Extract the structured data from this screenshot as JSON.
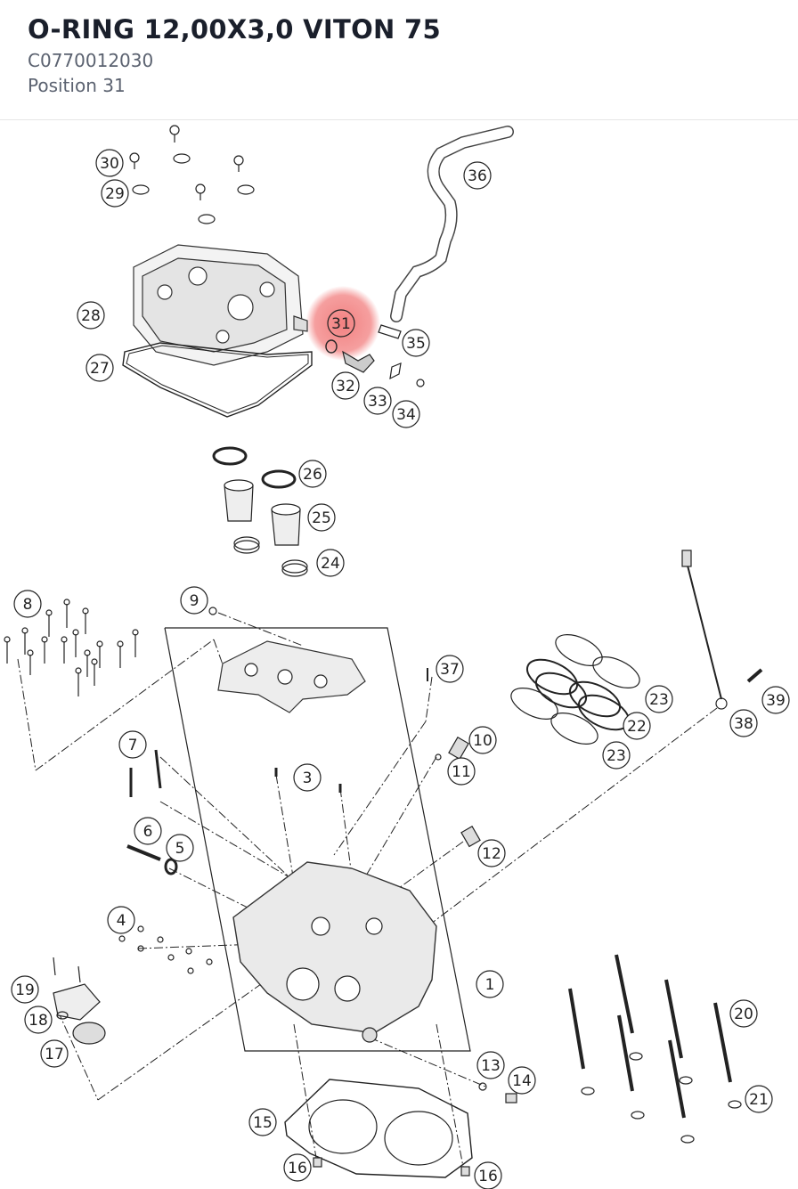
{
  "header": {
    "title": "O-RING 12,00X3,0 VITON 75",
    "part_number": "C0770012030",
    "position": "Position 31"
  },
  "highlight": {
    "color": "#f06b6b",
    "label": "31"
  },
  "callouts": [
    "1",
    "3",
    "4",
    "5",
    "6",
    "7",
    "8",
    "9",
    "10",
    "11",
    "12",
    "13",
    "14",
    "15",
    "16",
    "16",
    "17",
    "18",
    "19",
    "20",
    "21",
    "22",
    "23",
    "23",
    "24",
    "25",
    "26",
    "27",
    "28",
    "29",
    "30",
    "31",
    "32",
    "33",
    "34",
    "35",
    "36",
    "37",
    "38",
    "39"
  ]
}
